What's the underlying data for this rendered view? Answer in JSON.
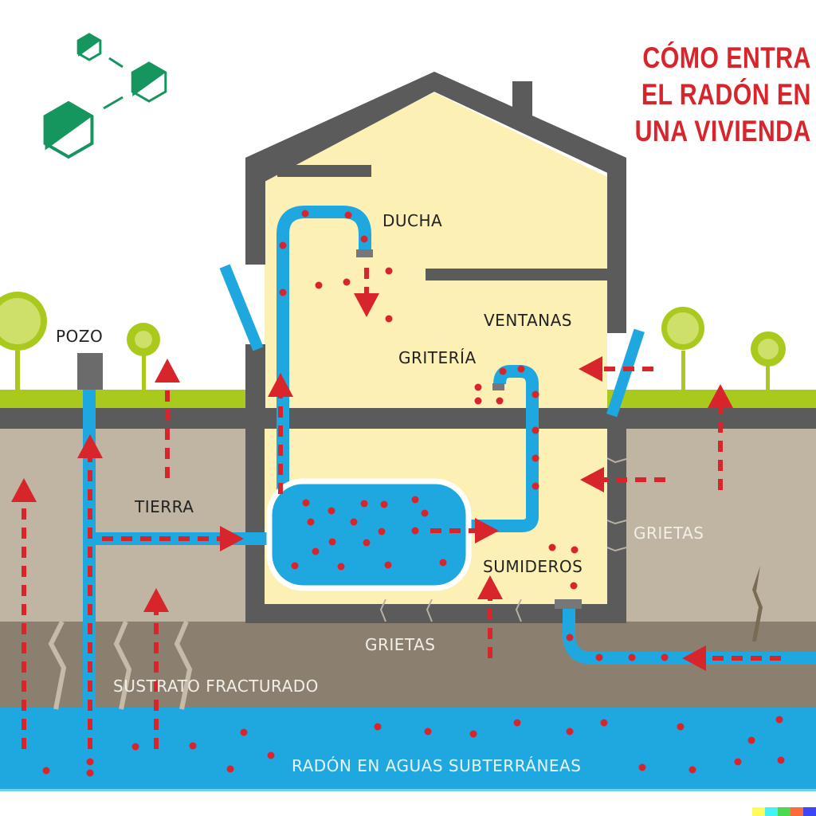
{
  "title": {
    "lines": [
      "CÓMO ENTRA",
      "EL RADÓN EN",
      "UNA VIVIENDA"
    ],
    "color": "#d8252b"
  },
  "labels": {
    "ducha": "DUCHA",
    "ventanas": "VENTANAS",
    "griteria": "GRITERÍA",
    "pozo": "POZO",
    "tierra": "TIERRA",
    "sumideros": "SUMIDEROS",
    "grietas_right": "GRIETAS",
    "grietas_bottom": "GRIETAS",
    "sustrato": "SUSTRATO FRACTURADO",
    "aguas": "RADÓN EN AGUAS SUBTERRÁNEAS"
  },
  "icons": {
    "logo": "molecule-hexagons-icon",
    "arrow": "dashed-arrow-icon",
    "radon_particle": "radon-dot-icon",
    "tree": "tree-icon",
    "well": "well-icon"
  },
  "colors": {
    "wall": "#5b5b5b",
    "house_interior": "#fcf0b4",
    "water": "#1fa8e0",
    "radon": "#d8252b",
    "grass": "#a9c91c",
    "soil": "#c0b4a2",
    "substrate": "#8b7f6f",
    "logo_green": "#16965f",
    "tree_light": "#cfe06a"
  },
  "watermark_colors": [
    "#fffb5c",
    "#45f3f6",
    "#4cd94f",
    "#ff6a3c",
    "#3d46f5"
  ]
}
